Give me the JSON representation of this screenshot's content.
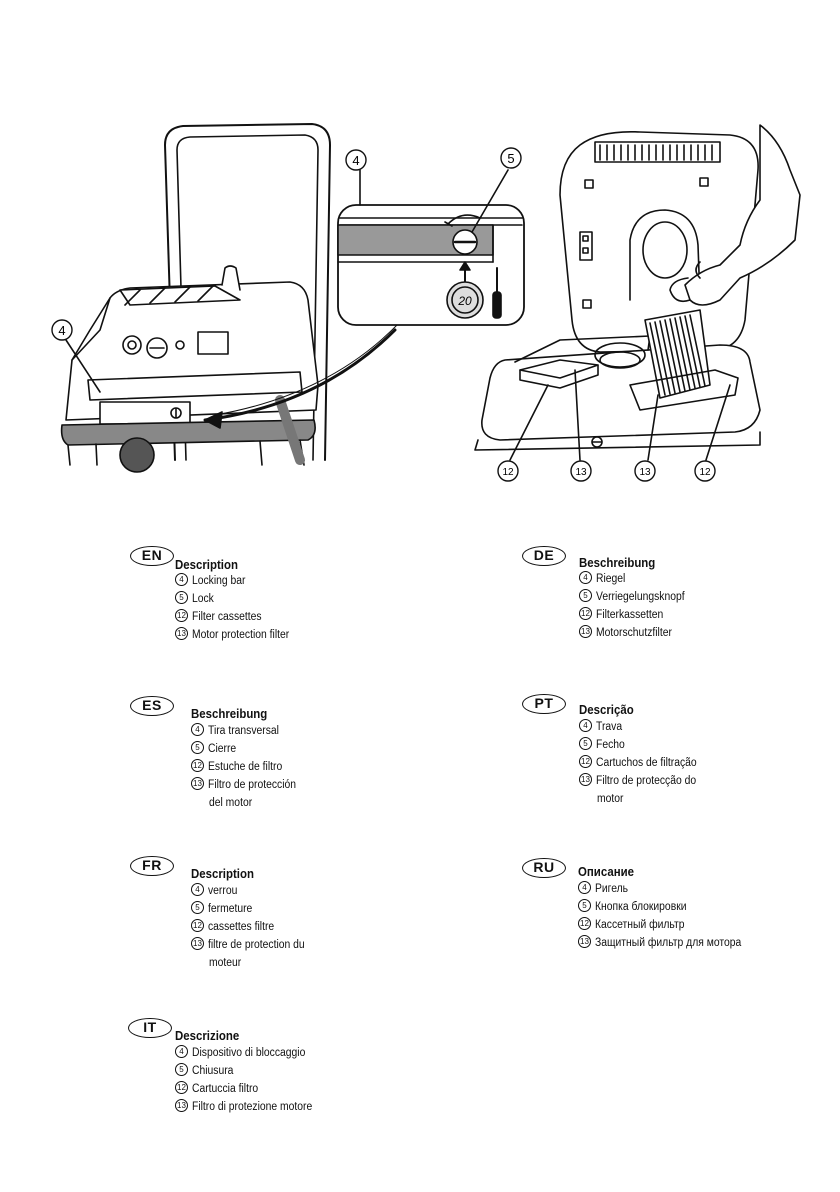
{
  "callouts": {
    "four": "4",
    "five": "5",
    "twelve": "12",
    "thirteen": "13",
    "coin_value": "20"
  },
  "sections": [
    {
      "code": "EN",
      "title": "Description",
      "items": [
        {
          "num": "4",
          "text": "Locking bar"
        },
        {
          "num": "5",
          "text": "Lock"
        },
        {
          "num": "12",
          "text": "Filter cassettes"
        },
        {
          "num": "13",
          "text": "Motor protection filter"
        }
      ]
    },
    {
      "code": "DE",
      "title": "Beschreibung",
      "items": [
        {
          "num": "4",
          "text": "Riegel"
        },
        {
          "num": "5",
          "text": "Verriegelungsknopf"
        },
        {
          "num": "12",
          "text": "Filterkassetten"
        },
        {
          "num": "13",
          "text": "Motorschutzfilter"
        }
      ]
    },
    {
      "code": "ES",
      "title": "Beschreibung",
      "items": [
        {
          "num": "4",
          "text": "Tira transversal"
        },
        {
          "num": "5",
          "text": "Cierre"
        },
        {
          "num": "12",
          "text": "Estuche de filtro"
        },
        {
          "num": "13",
          "text": "Filtro de protección"
        }
      ],
      "continuation": "del motor"
    },
    {
      "code": "PT",
      "title": "Descrição",
      "items": [
        {
          "num": "4",
          "text": "Trava"
        },
        {
          "num": "5",
          "text": "Fecho"
        },
        {
          "num": "12",
          "text": "Cartuchos de filtração"
        },
        {
          "num": "13",
          "text": "Filtro de protecção do"
        }
      ],
      "continuation": "motor"
    },
    {
      "code": "FR",
      "title": "Description",
      "items": [
        {
          "num": "4",
          "text": "verrou"
        },
        {
          "num": "5",
          "text": "fermeture"
        },
        {
          "num": "12",
          "text": "cassettes filtre"
        },
        {
          "num": "13",
          "text": "filtre de protection du"
        }
      ],
      "continuation": "moteur"
    },
    {
      "code": "RU",
      "title": "Описание",
      "items": [
        {
          "num": "4",
          "text": "Ригель"
        },
        {
          "num": "5",
          "text": "Кнопка блокировки"
        },
        {
          "num": "12",
          "text": "Кассетный фильтр"
        },
        {
          "num": "13",
          "text": "Защитный фильтр для мотора"
        }
      ]
    },
    {
      "code": "IT",
      "title": "Descrizione",
      "items": [
        {
          "num": "4",
          "text": "Dispositivo di bloccaggio"
        },
        {
          "num": "5",
          "text": "Chiusura"
        },
        {
          "num": "12",
          "text": "Cartuccia filtro"
        },
        {
          "num": "13",
          "text": "Filtro di protezione motore"
        }
      ]
    }
  ]
}
